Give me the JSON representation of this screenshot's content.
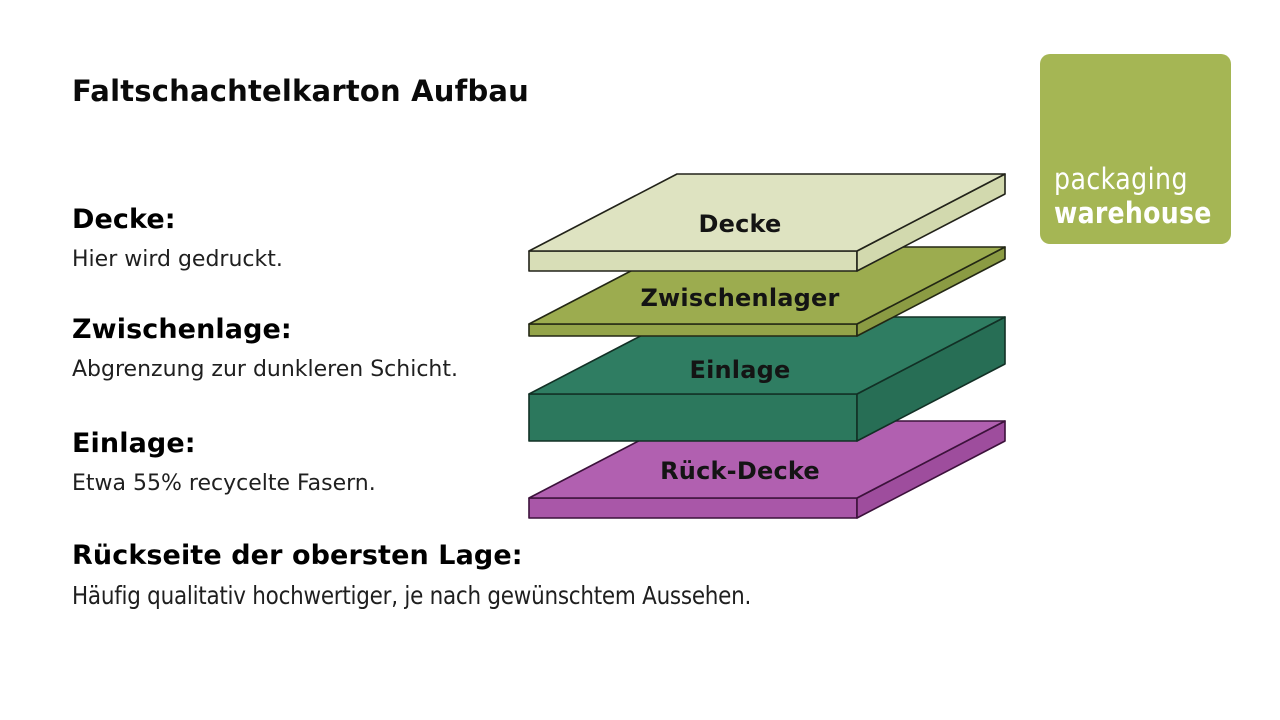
{
  "page": {
    "title": "Faltschachtelkarton Aufbau"
  },
  "sections": [
    {
      "heading": "Decke:",
      "description": "Hier wird gedruckt."
    },
    {
      "heading": "Zwischenlage:",
      "description": "Abgrenzung zur dunkleren Schicht."
    },
    {
      "heading": "Einlage:",
      "description": "Etwa 55% recycelte Fasern."
    },
    {
      "heading": "Rückseite der obersten Lage:",
      "description": "Häufig qualitativ hochwertiger, je nach gewünschtem Aussehen."
    }
  ],
  "diagram": {
    "label_color": "#141414",
    "layers": [
      {
        "label": "Decke",
        "color_top": "#dee3c1",
        "color_front": "#d8deb7",
        "color_side": "#d2d9ae",
        "stroke": "#22231a"
      },
      {
        "label": "Zwischenlager",
        "color_top": "#9cac4f",
        "color_front": "#94a449",
        "color_side": "#8b9b43",
        "stroke": "#232714"
      },
      {
        "label": "Einlage",
        "color_top": "#2f7d62",
        "color_front": "#2c785d",
        "color_side": "#276e55",
        "stroke": "#12ттт"
      },
      {
        "label": "Rück-Decke",
        "color_top": "#b160b0",
        "color_front": "#a957a8",
        "color_side": "#9e4d9d",
        "stroke": "#3c123b"
      }
    ]
  },
  "logo": {
    "line1": "packaging",
    "line2": "warehouse",
    "background": "#a5b654",
    "text_color": "#ffffff"
  }
}
